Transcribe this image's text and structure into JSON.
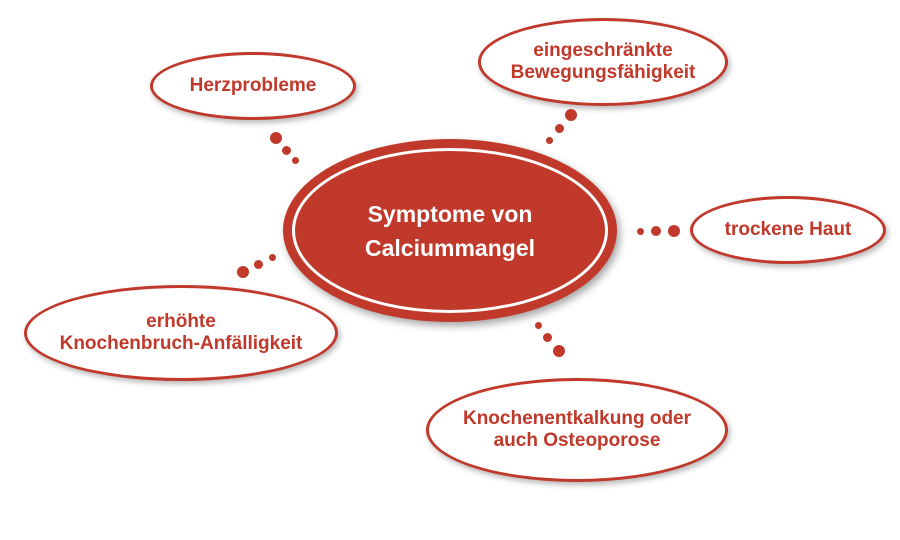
{
  "center": {
    "line1": "Symptome von",
    "line2": "Calciummangel"
  },
  "nodes": {
    "herz": {
      "line1": "Herzprobleme"
    },
    "beweg": {
      "line1": "eingeschränkte",
      "line2": "Bewegungsfähigkeit"
    },
    "haut": {
      "line1": "trockene Haut"
    },
    "knochen": {
      "line1": "erhöhte",
      "line2": "Knochenbruch-Anfälligkeit"
    },
    "osteo": {
      "line1": "Knochenentkalkung oder",
      "line2": "auch Osteoporose"
    }
  },
  "colors": {
    "accent": "#c0392b",
    "background": "#ffffff"
  }
}
